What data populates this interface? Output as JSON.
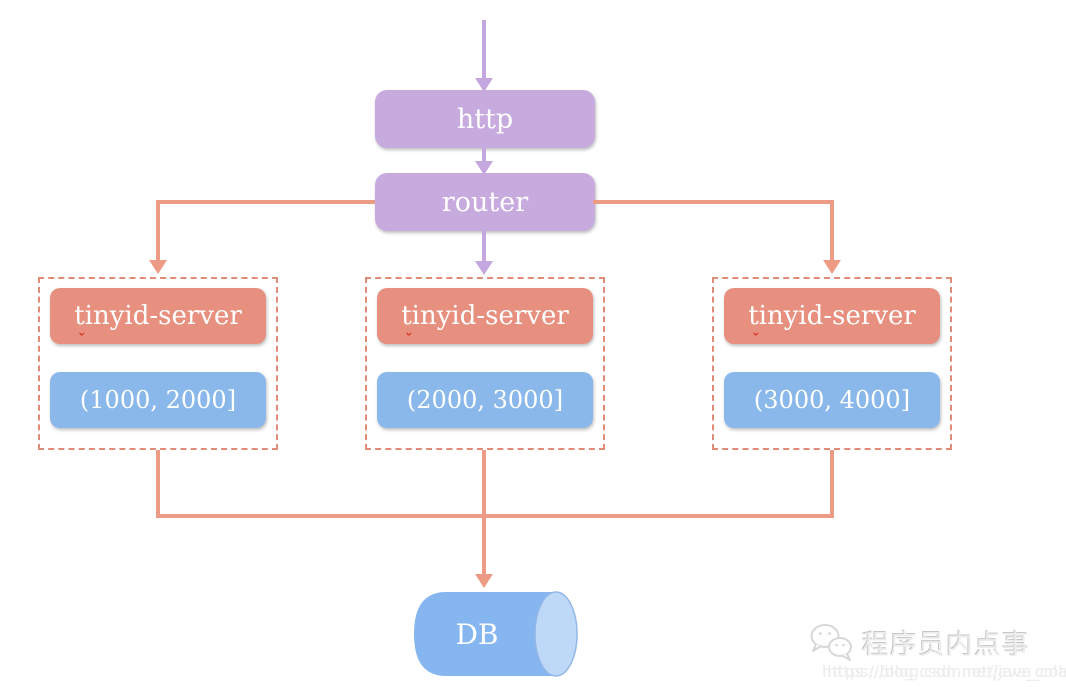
{
  "diagram": {
    "top_node": {
      "label": "http"
    },
    "router_node": {
      "label": "router"
    },
    "server_groups": [
      {
        "server_label": "tinyid-server",
        "range_label": "(1000, 2000]"
      },
      {
        "server_label": "tinyid-server",
        "range_label": "(2000, 3000]"
      },
      {
        "server_label": "tinyid-server",
        "range_label": "(3000, 4000]"
      }
    ],
    "db_node": {
      "label": "DB"
    },
    "spellcheck_mark": "ˇ",
    "colors": {
      "purple_box": "#c7abdf",
      "purple_arrow": "#c4a7de",
      "salmon_box": "#e8907f",
      "salmon_line": "#ed9b85",
      "dashed_border": "#e08b78",
      "blue_box": "#8ab8eb",
      "db_body": "#86b6ef",
      "db_face": "#bed8f8",
      "text": "#ffffff"
    }
  },
  "watermark": {
    "icon": "wechat-icon",
    "brand": "程序员内点事",
    "url": "https://blog.csdn.net/java_cola"
  }
}
